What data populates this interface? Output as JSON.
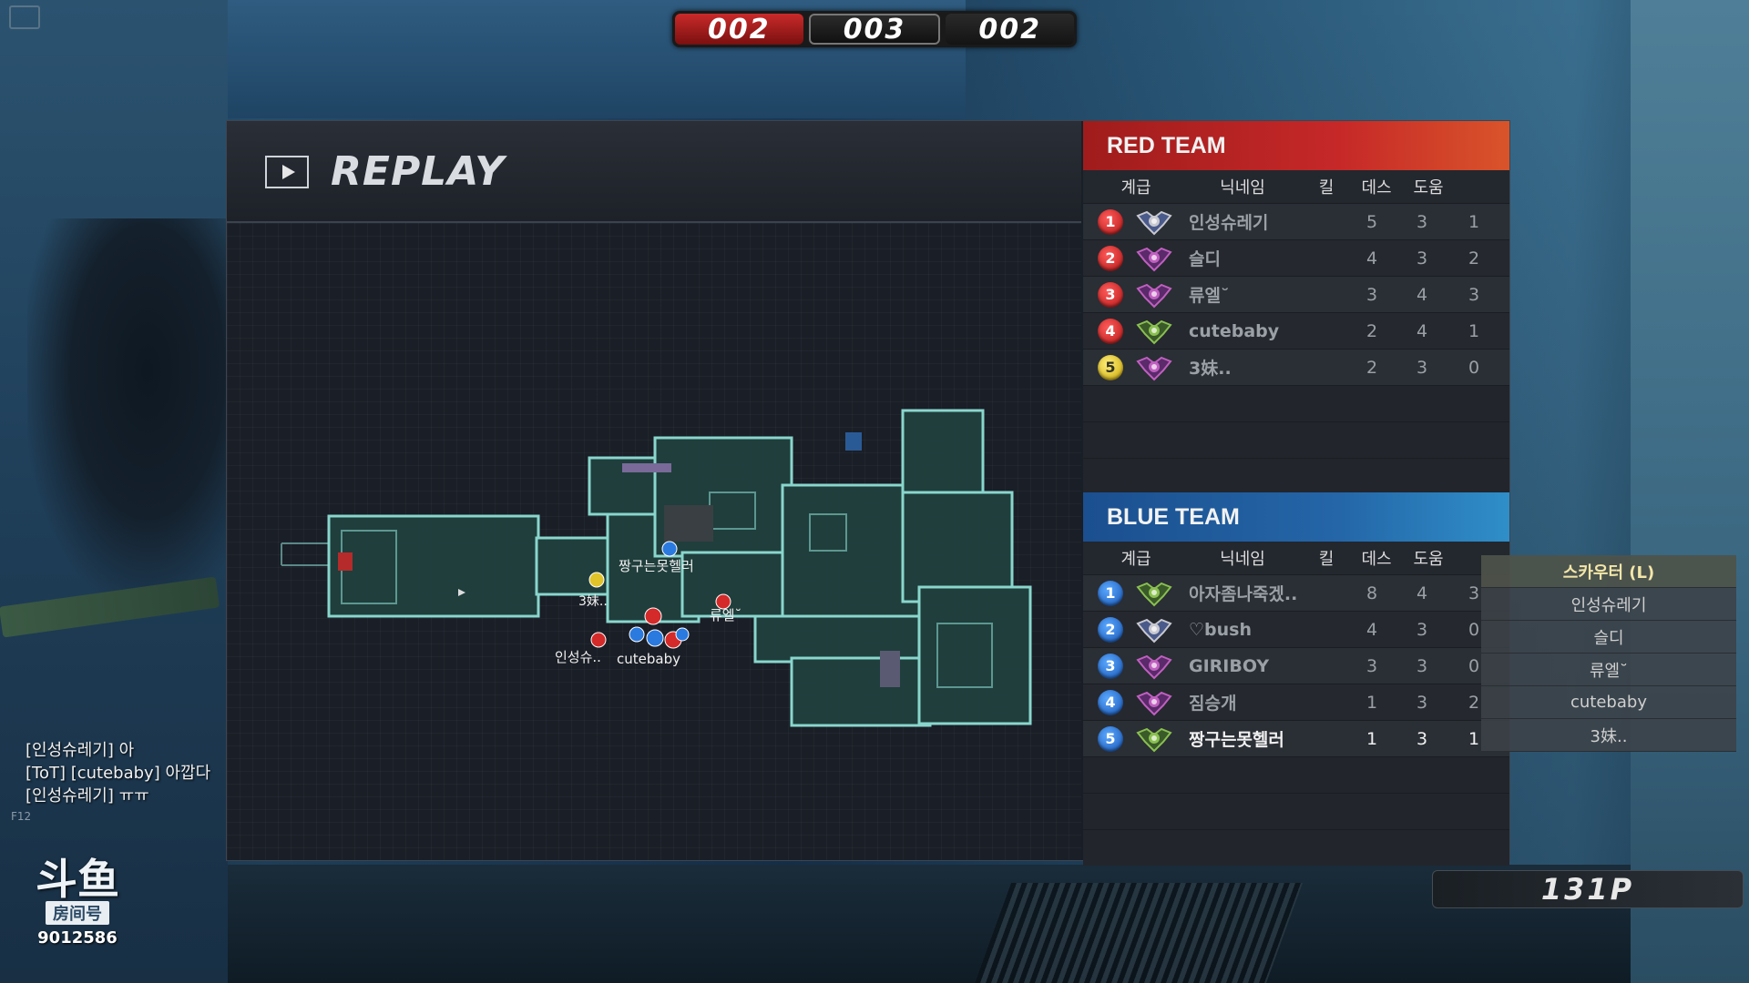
{
  "scores": [
    "002",
    "003",
    "002"
  ],
  "replay": {
    "title": "REPLAY"
  },
  "columns": {
    "rank": "계급",
    "name": "닉네임",
    "kills": "킬",
    "deaths": "데스",
    "assists": "도움"
  },
  "red_team": {
    "title": "RED TEAM",
    "color": "#c62828",
    "players": [
      {
        "num": "1",
        "name": "인성슈레기",
        "kills": "5",
        "deaths": "3",
        "assists": "1",
        "badge": "red",
        "rank_icon": "silver-rank-emblem-icon"
      },
      {
        "num": "2",
        "name": "슬디",
        "kills": "4",
        "deaths": "3",
        "assists": "2",
        "badge": "red",
        "rank_icon": "purple-rank-emblem-icon"
      },
      {
        "num": "3",
        "name": "류엘˘",
        "kills": "3",
        "deaths": "4",
        "assists": "3",
        "badge": "red",
        "rank_icon": "purple-rank-emblem-icon"
      },
      {
        "num": "4",
        "name": "cutebaby",
        "kills": "2",
        "deaths": "4",
        "assists": "1",
        "badge": "red",
        "rank_icon": "green-rank-emblem-icon"
      },
      {
        "num": "5",
        "name": "3妹..",
        "kills": "2",
        "deaths": "3",
        "assists": "0",
        "badge": "gold",
        "rank_icon": "purple-rank-emblem-icon"
      }
    ]
  },
  "blue_team": {
    "title": "BLUE TEAM",
    "color": "#2466a8",
    "players": [
      {
        "num": "1",
        "name": "아자좀나죽겠..",
        "kills": "8",
        "deaths": "4",
        "assists": "3",
        "badge": "blue",
        "rank_icon": "green-rank-emblem-icon"
      },
      {
        "num": "2",
        "name": "♡bush",
        "kills": "4",
        "deaths": "3",
        "assists": "0",
        "badge": "blue",
        "rank_icon": "silver-rank-emblem-icon"
      },
      {
        "num": "3",
        "name": "GIRIBOY",
        "kills": "3",
        "deaths": "3",
        "assists": "0",
        "badge": "blue",
        "rank_icon": "purple-rank-emblem-icon"
      },
      {
        "num": "4",
        "name": "짐승개",
        "kills": "1",
        "deaths": "3",
        "assists": "2",
        "badge": "blue",
        "rank_icon": "purple-rank-emblem-icon"
      },
      {
        "num": "5",
        "name": "짱구는못헬러",
        "kills": "1",
        "deaths": "3",
        "assists": "1",
        "badge": "blue",
        "rank_icon": "green-rank-emblem-icon",
        "highlight": true
      }
    ]
  },
  "spectators": {
    "header": "스카우터 (L)",
    "items": [
      "인성슈레기",
      "슬디",
      "류엘˘",
      "cutebaby",
      "3妹.."
    ]
  },
  "map_labels": {
    "player_a": "짱구는못헬러",
    "player_b": "3妹..",
    "player_c": "류엘˘",
    "player_d": "인성슈..",
    "player_e": "cutebaby"
  },
  "chat": [
    "[인성슈레기] 아",
    "[ToT] [cutebaby] 아깝다",
    "[인성슈레기] ㅠㅠ"
  ],
  "hotkey": "F12",
  "points": "131P",
  "watermark": {
    "logo": "斗鱼",
    "tag": "房间号",
    "room": "9012586"
  }
}
